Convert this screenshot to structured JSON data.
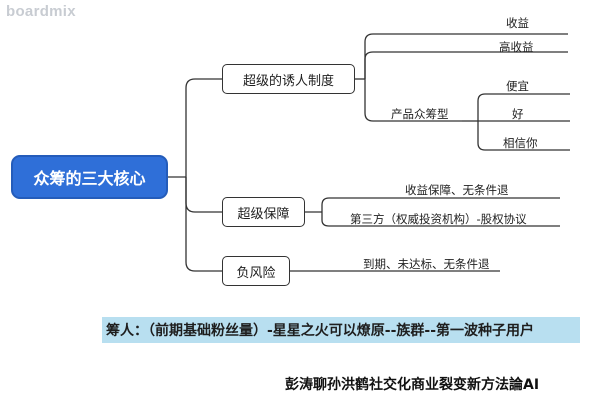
{
  "watermark": "boardmix",
  "root": "众筹的三大核心",
  "branches": [
    {
      "label": "超级的诱人制度",
      "children": [
        {
          "label": "收益"
        },
        {
          "label": "高收益"
        },
        {
          "label": "产品众筹型",
          "children": [
            {
              "label": "便宜"
            },
            {
              "label": "好"
            },
            {
              "label": "相信你"
            }
          ]
        }
      ]
    },
    {
      "label": "超级保障",
      "children": [
        {
          "label": "收益保障、无条件退"
        },
        {
          "label": "第三方（权威投资机构）-股权协议"
        }
      ]
    },
    {
      "label": "负风险",
      "children": [
        {
          "label": "到期、未达标、无条件退"
        }
      ]
    }
  ],
  "banner": "筹人：（前期基础粉丝量）-星星之火可以燎原--族群--第一波种子用户",
  "footer": "彭涛聊孙洪鹤社交化商业裂变新方法論AI"
}
